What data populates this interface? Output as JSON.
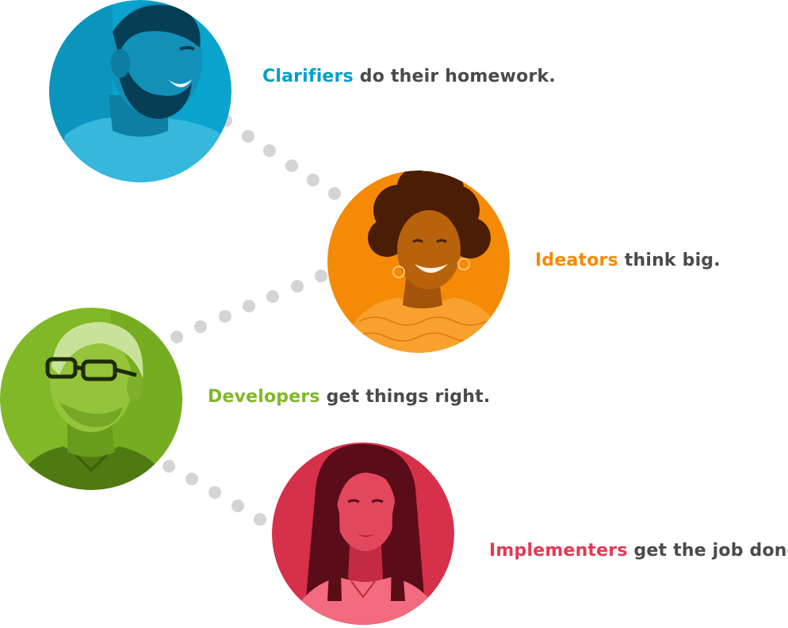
{
  "colors": {
    "text_dark": "#4a4a4a",
    "clarifier": "#00a0c8",
    "ideator": "#f58a07",
    "developer": "#80b827",
    "implementer": "#e23a52",
    "connector_dot": "#d4d4d6"
  },
  "personas": [
    {
      "role": "Clarifiers",
      "rest": " do their homework.",
      "color": "#00a0c8",
      "portrait": "smiling-bearded-man-portrait"
    },
    {
      "role": "Ideators",
      "rest": " think big.",
      "color": "#f58a07",
      "portrait": "smiling-woman-curly-hair-portrait"
    },
    {
      "role": "Developers",
      "rest": " get things right.",
      "color": "#80b827",
      "portrait": "man-with-glasses-portrait"
    },
    {
      "role": "Implementers",
      "rest": " get the job done.",
      "color": "#e23a52",
      "portrait": "woman-long-hair-portrait"
    }
  ]
}
